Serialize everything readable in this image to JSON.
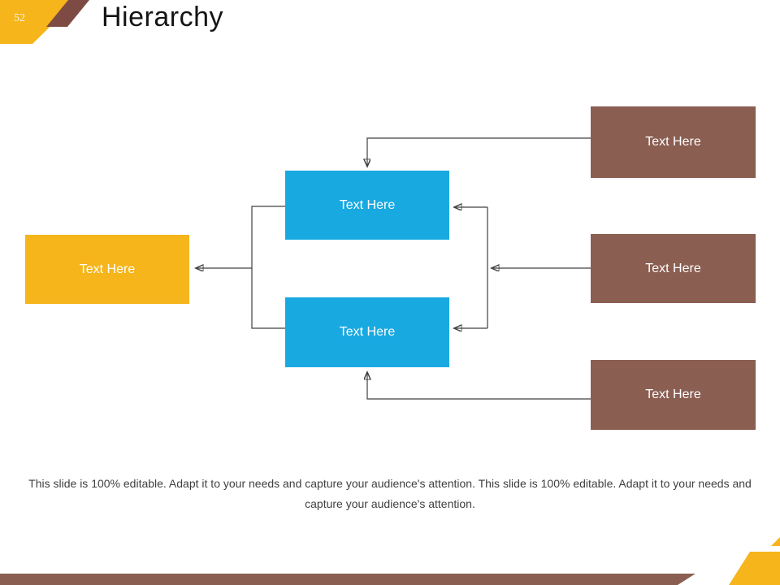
{
  "slide": {
    "number": "52",
    "title": "Hierarchy",
    "footer_text": "This slide is 100% editable. Adapt it to your needs and capture your audience's attention. This slide is 100% editable. Adapt it to your needs and capture your audience's attention."
  },
  "colors": {
    "accent_yellow": "#F5B51B",
    "accent_blue": "#19A9E1",
    "accent_brown": "#8B5E52",
    "header_stripe_brown": "#7E4B44",
    "footer_dark_strip": "#6E4742",
    "connector_line": "#404040",
    "footer_text": "#404040",
    "title_text": "#141414",
    "node_text": "#FFFFFF"
  },
  "diagram": {
    "nodes": [
      {
        "id": "right-top",
        "label": "Text Here",
        "color": "brown"
      },
      {
        "id": "center-top",
        "label": "Text Here",
        "color": "blue"
      },
      {
        "id": "left",
        "label": "Text Here",
        "color": "yellow"
      },
      {
        "id": "right-middle",
        "label": "Text Here",
        "color": "brown"
      },
      {
        "id": "center-bottom",
        "label": "Text Here",
        "color": "blue"
      },
      {
        "id": "right-bottom",
        "label": "Text Here",
        "color": "brown"
      }
    ]
  }
}
